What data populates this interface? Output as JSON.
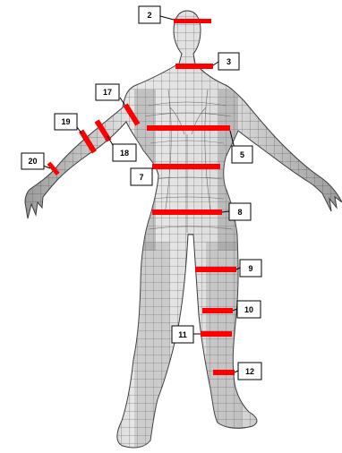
{
  "figure": {
    "labels": [
      "2",
      "3",
      "5",
      "7",
      "8",
      "9",
      "10",
      "11",
      "12",
      "17",
      "18",
      "19",
      "20"
    ]
  },
  "colors": {
    "band": "#ff0000",
    "skin_light": "#e6e6e6",
    "skin_mid": "#c8c8c8",
    "skin_dark": "#9a9a9a",
    "mesh": "#4a4a4a",
    "label_bg": "#ffffff",
    "label_border": "#000000"
  }
}
